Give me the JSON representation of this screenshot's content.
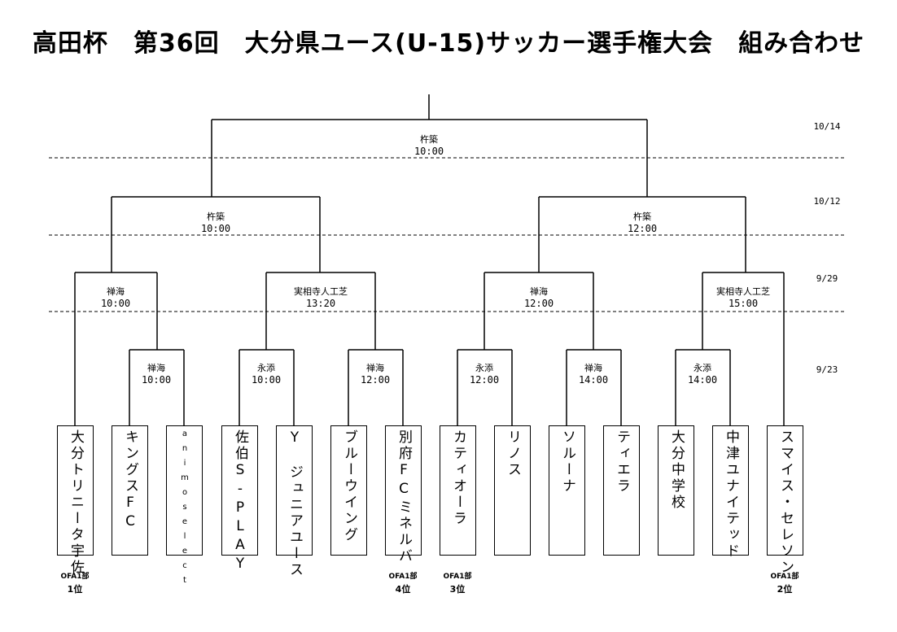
{
  "title": "高田杯　第36回　大分県ユース(U-15)サッカー選手権大会　組み合わせ",
  "dates": [
    "10/14",
    "10/12",
    "9/29",
    "9/23"
  ],
  "matches": {
    "final": {
      "venue": "杵築",
      "time": "10:00"
    },
    "semis": [
      {
        "venue": "杵築",
        "time": "10:00"
      },
      {
        "venue": "杵築",
        "time": "12:00"
      }
    ],
    "quarters": [
      {
        "venue": "禅海",
        "time": "10:00"
      },
      {
        "venue": "実相寺人工芝",
        "time": "13:20"
      },
      {
        "venue": "禅海",
        "time": "12:00"
      },
      {
        "venue": "実相寺人工芝",
        "time": "15:00"
      }
    ],
    "first_round": [
      {
        "venue": "禅海",
        "time": "10:00"
      },
      {
        "venue": "永添",
        "time": "10:00"
      },
      {
        "venue": "禅海",
        "time": "12:00"
      },
      {
        "venue": "永添",
        "time": "12:00"
      },
      {
        "venue": "禅海",
        "time": "14:00"
      },
      {
        "venue": "永添",
        "time": "14:00"
      }
    ]
  },
  "teams": [
    "大分トリニータ宇佐",
    "キングスFC",
    "animoselect",
    "佐伯S-PLAY",
    "Y　ジュニアユース",
    "ブルーウイング",
    "別府FCミネルバ",
    "カティオーラ",
    "リノス",
    "ソルーナ",
    "ティエラ",
    "大分中学校",
    "中津ユナイテッド",
    "スマイス・セレソン"
  ],
  "badges": [
    {
      "org": "OFA1部",
      "rank": "1位"
    },
    {
      "org": "OFA1部",
      "rank": "4位"
    },
    {
      "org": "OFA1部",
      "rank": "3位"
    },
    {
      "org": "OFA1部",
      "rank": "2位"
    }
  ]
}
